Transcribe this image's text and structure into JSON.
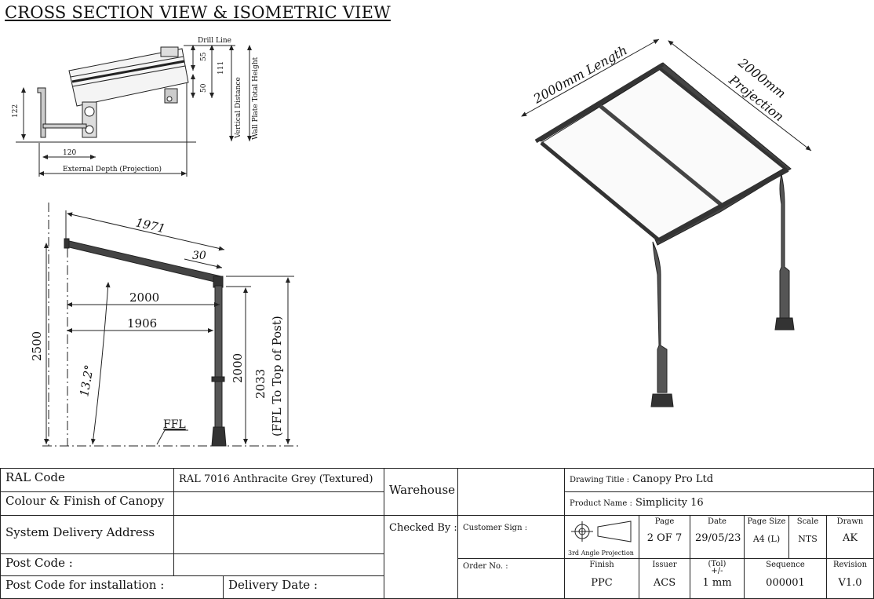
{
  "header": {
    "title": "CROSS SECTION VIEW & ISOMETRIC VIEW"
  },
  "cross_section": {
    "labels": {
      "drill_line": "Drill Line",
      "dim_55": "55",
      "dim_111": "111",
      "dim_50": "50",
      "vertical_distance": "Vertical Distance",
      "wall_plate_total_height": "Wall Plate Total Height",
      "dim_122": "122",
      "dim_120": "120",
      "external_depth": "External Depth (Projection)"
    }
  },
  "side_view": {
    "labels": {
      "dim_1971": "1971",
      "dim_30": "30",
      "dim_2000_h": "2000",
      "dim_1906": "1906",
      "dim_2500": "2500",
      "angle": "13.2°",
      "dim_2000_v": "2000",
      "dim_2033": "2033",
      "ffl_to_top": "(FFL To Top of Post)",
      "ffl": "FFL"
    }
  },
  "iso_view": {
    "labels": {
      "length": "2000mm Length",
      "projection_1": "2000mm",
      "projection_2": "Projection"
    }
  },
  "title_block": {
    "ral_code_label": "RAL Code",
    "ral_code_value": "RAL 7016 Anthracite Grey (Textured)",
    "colour_label": "Colour & Finish of Canopy",
    "delivery_label": "System Delivery Address",
    "postcode_label": "Post Code :",
    "postcode_install_label": "Post Code for installation :",
    "delivery_date_label": "Delivery Date :",
    "warehouse_label": "Warehouse",
    "checked_by_label": "Checked By :",
    "customer_sign_label": "Customer Sign :",
    "order_no_label": "Order No. :",
    "drawing_title_label": "Drawing Title :",
    "drawing_title_value": "Canopy Pro Ltd",
    "product_name_label": "Product Name :",
    "product_name_value": "Simplicity 16",
    "projection_label": "3rd Angle Projection",
    "page_label": "Page",
    "page_value": "2 OF 7",
    "date_label": "Date",
    "date_value": "29/05/23",
    "page_size_label": "Page Size",
    "page_size_value": "A4 (L)",
    "scale_label": "Scale",
    "scale_value": "NTS",
    "drawn_label": "Drawn",
    "drawn_value": "AK",
    "finish_label": "Finish",
    "finish_value": "PPC",
    "issuer_label": "Issuer",
    "issuer_value": "ACS",
    "tol_label": "(Tol)",
    "tol_pm": "+/-",
    "tol_value": "1 mm",
    "sequence_label": "Sequence",
    "sequence_value": "000001",
    "revision_label": "Revision",
    "revision_value": "V1.0"
  }
}
